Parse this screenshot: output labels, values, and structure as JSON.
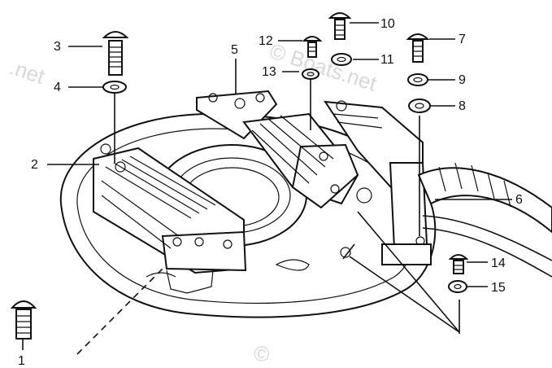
{
  "watermarks": [
    ".net",
    "© Boats.net",
    "©"
  ],
  "labels": [
    "3",
    "4",
    "2",
    "5",
    "12",
    "13",
    "10",
    "11",
    "7",
    "9",
    "8",
    "6",
    "14",
    "15",
    "1"
  ]
}
